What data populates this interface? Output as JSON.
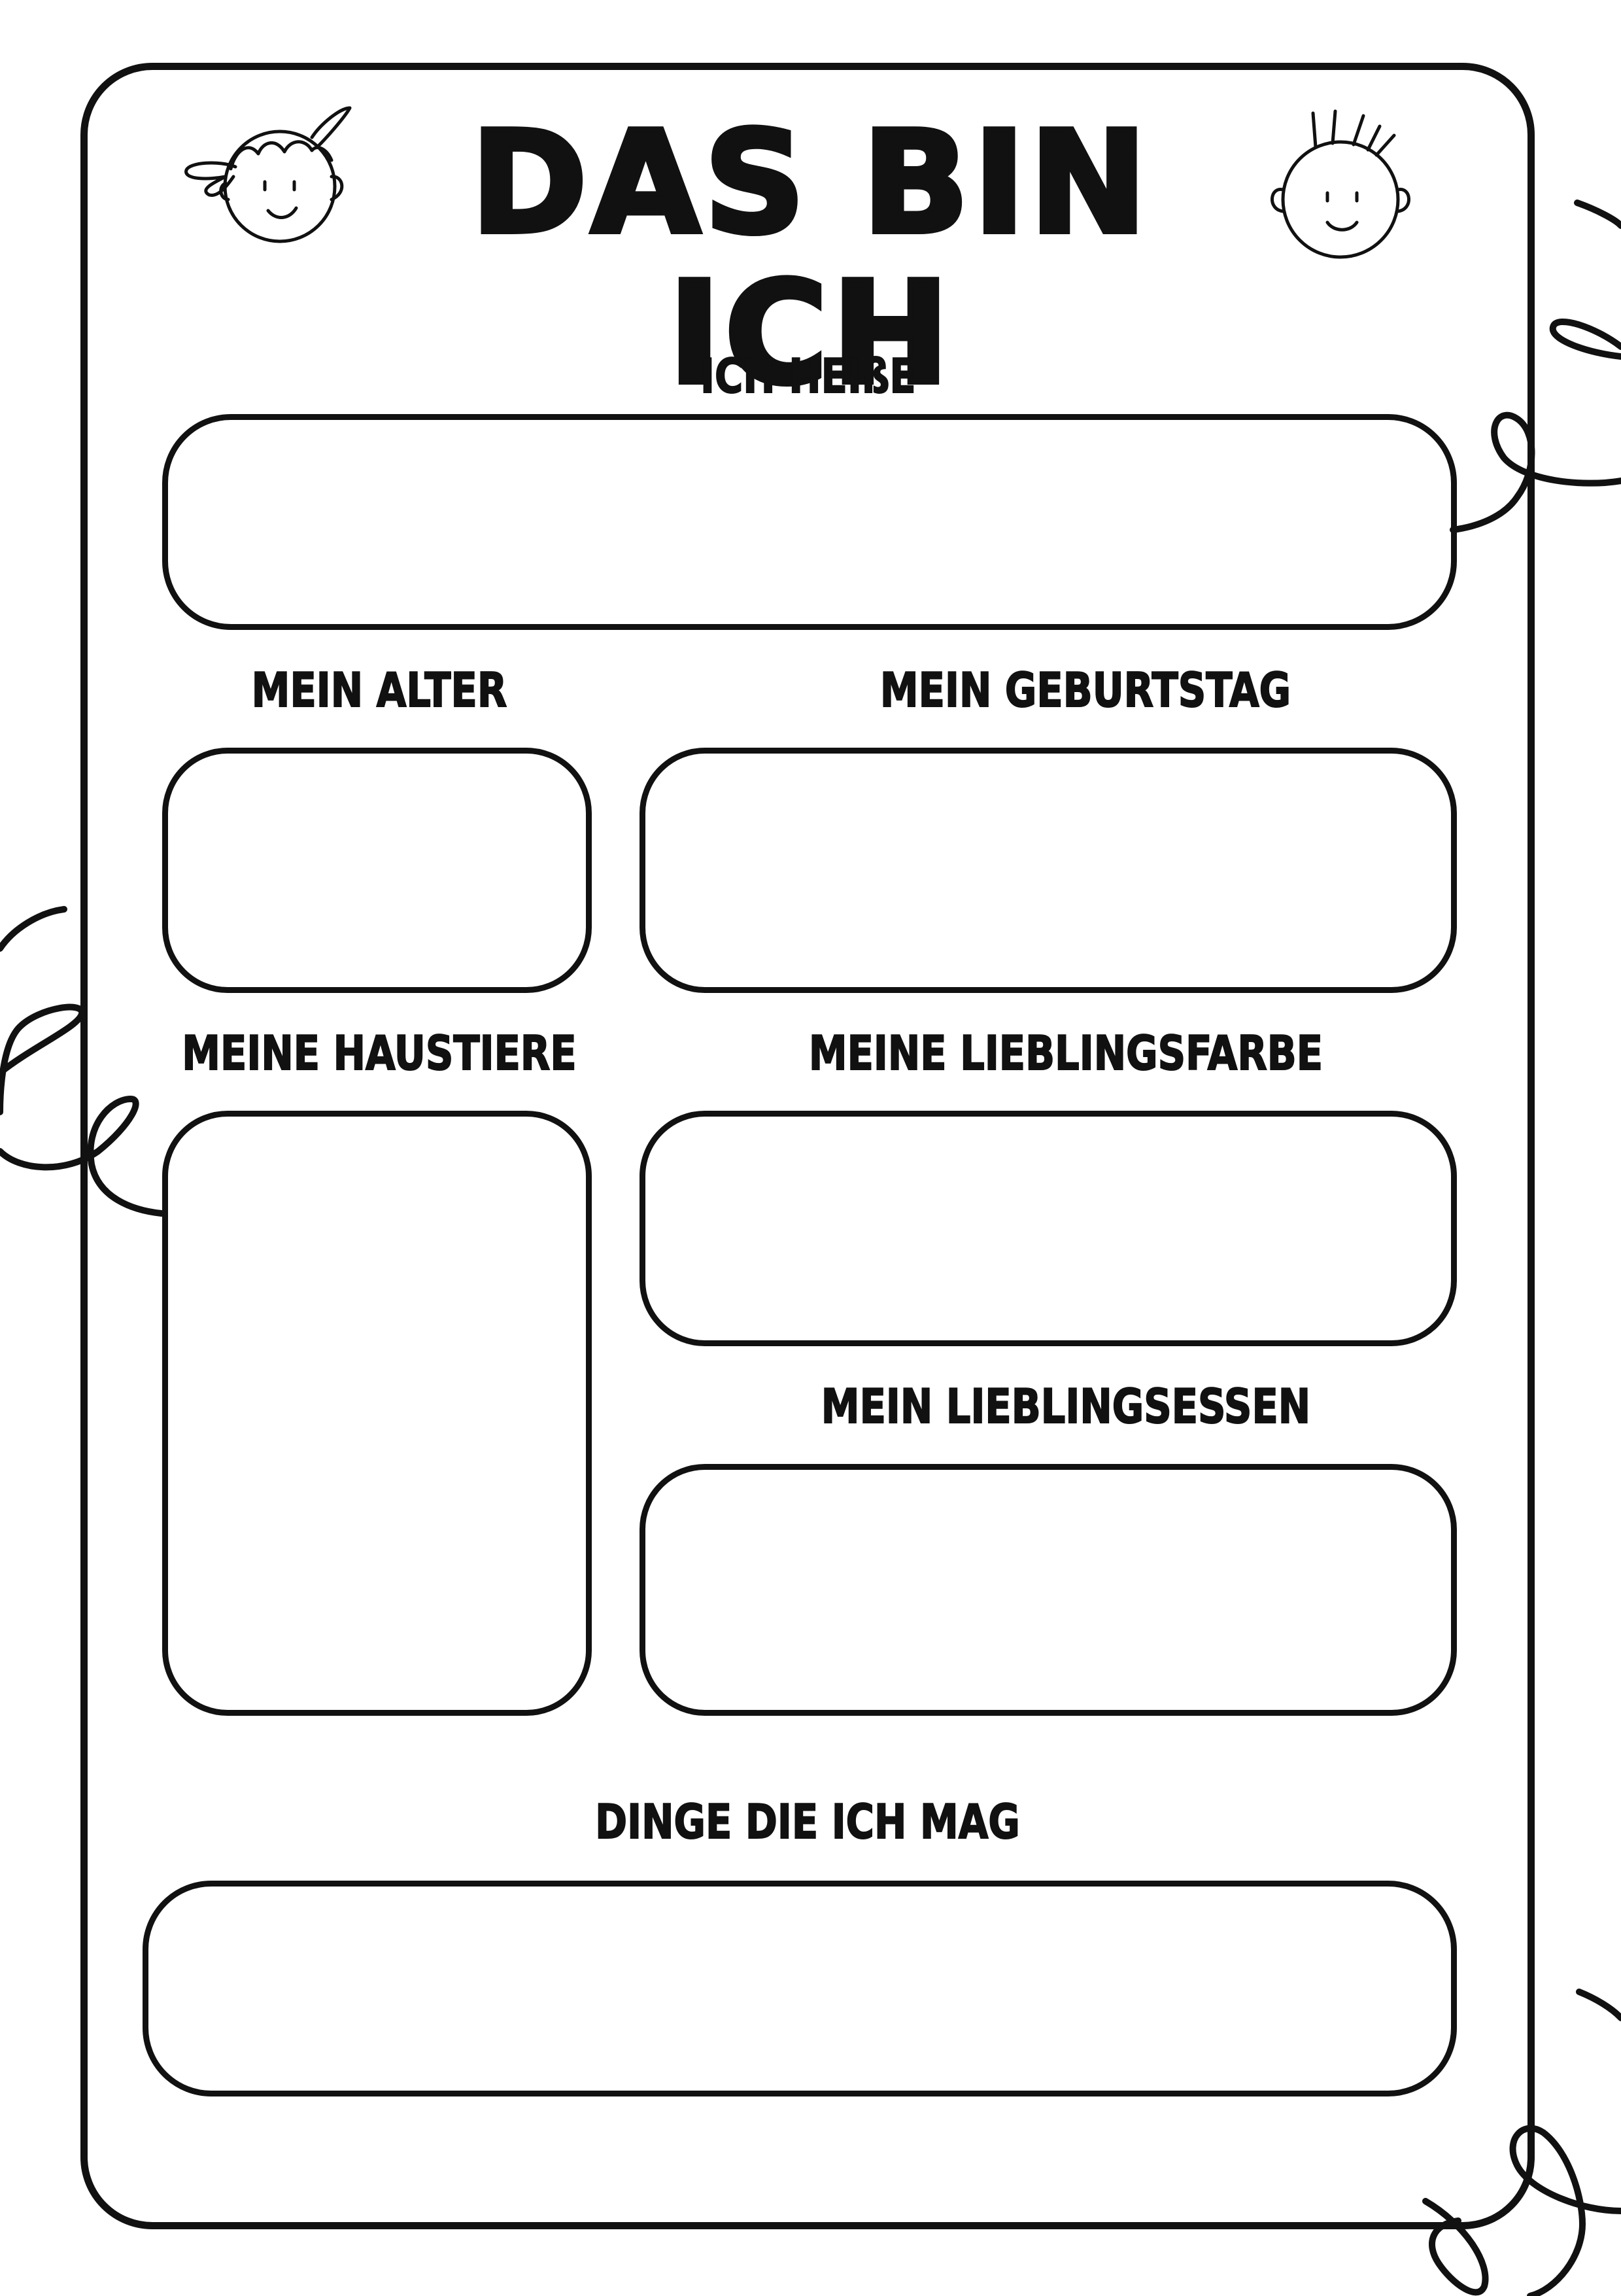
{
  "title": "DAS BIN ICH",
  "fields": {
    "name": {
      "label": "ICH HEIßE"
    },
    "age": {
      "label": "MEIN ALTER"
    },
    "birthday": {
      "label": "MEIN GEBURTSTAG"
    },
    "pets": {
      "label": "MEINE HAUSTIERE"
    },
    "favorite_color": {
      "label": "MEINE LIEBLINGSFARBE"
    },
    "favorite_food": {
      "label": "MEIN LIEBLINGSESSEN"
    },
    "likes": {
      "label": "DINGE DIE ICH MAG"
    }
  },
  "icons": [
    "girl-face-icon",
    "boy-face-icon",
    "squiggle-decoration"
  ],
  "colors": {
    "ink": "#111111",
    "paper": "#ffffff"
  }
}
